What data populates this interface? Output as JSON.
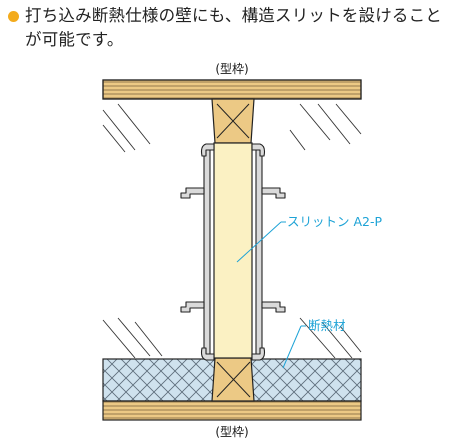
{
  "note": {
    "text": "打ち込み断熱仕様の壁にも、構造スリットを設けることが可能です。"
  },
  "labels": {
    "formwork_top": "(型枠)",
    "formwork_bottom": "(型枠)",
    "product": "スリットン A2-P",
    "insulation": "断熱材"
  },
  "colors": {
    "bullet": "#f3ab1d",
    "callout_blue": "#1ea3d6",
    "wood": "#ecc985",
    "core": "#fbf1c3",
    "insulation": "#cfe2ee"
  }
}
